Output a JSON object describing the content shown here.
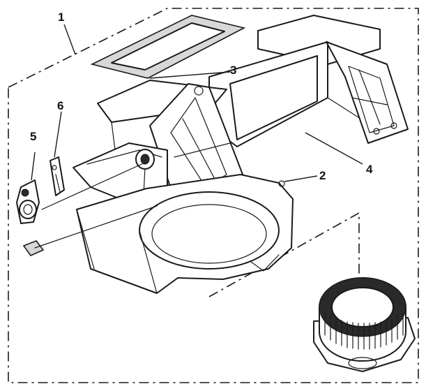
{
  "diagram": {
    "callouts": [
      {
        "id": "1",
        "text": "1"
      },
      {
        "id": "2",
        "text": "2"
      },
      {
        "id": "3",
        "text": "3"
      },
      {
        "id": "4",
        "text": "4"
      },
      {
        "id": "5",
        "text": "5"
      },
      {
        "id": "6",
        "text": "6"
      }
    ],
    "colors": {
      "ink": "#1a1a1a",
      "paper": "#ffffff",
      "shade": "#d8d8d8"
    }
  }
}
